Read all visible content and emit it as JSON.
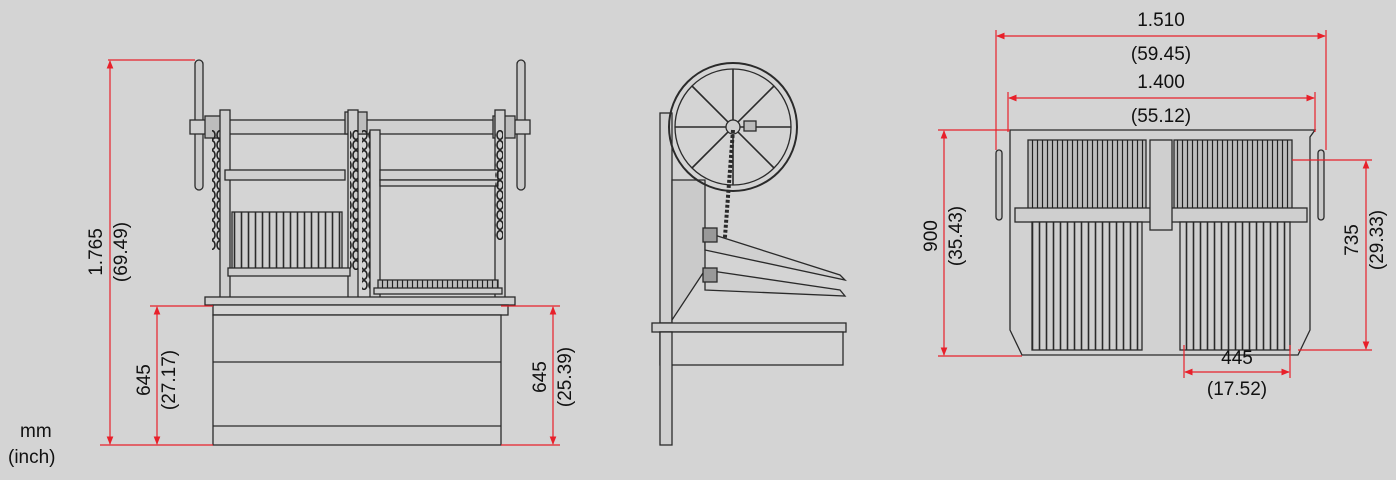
{
  "units": {
    "primary": "mm",
    "secondary": "(inch)"
  },
  "colors": {
    "background": "#d4d4d4",
    "dimension_line": "#e8202a",
    "drawing": "#2a2a2a",
    "text": "#111111"
  },
  "front_view": {
    "total_height": {
      "mm": "1.765",
      "inch": "(69.49)"
    },
    "left_base_height": {
      "mm": "645",
      "inch": "(27.17)"
    },
    "right_base_height": {
      "mm": "645",
      "inch": "(25.39)"
    }
  },
  "top_view": {
    "overall_width": {
      "mm": "1.510",
      "inch": "(59.45)"
    },
    "inner_width": {
      "mm": "1.400",
      "inch": "(55.12)"
    },
    "depth": {
      "mm": "900",
      "inch": "(35.43)"
    },
    "inner_depth": {
      "mm": "735",
      "inch": "(29.33)"
    },
    "grill_width": {
      "mm": "445",
      "inch": "(17.52)"
    }
  }
}
